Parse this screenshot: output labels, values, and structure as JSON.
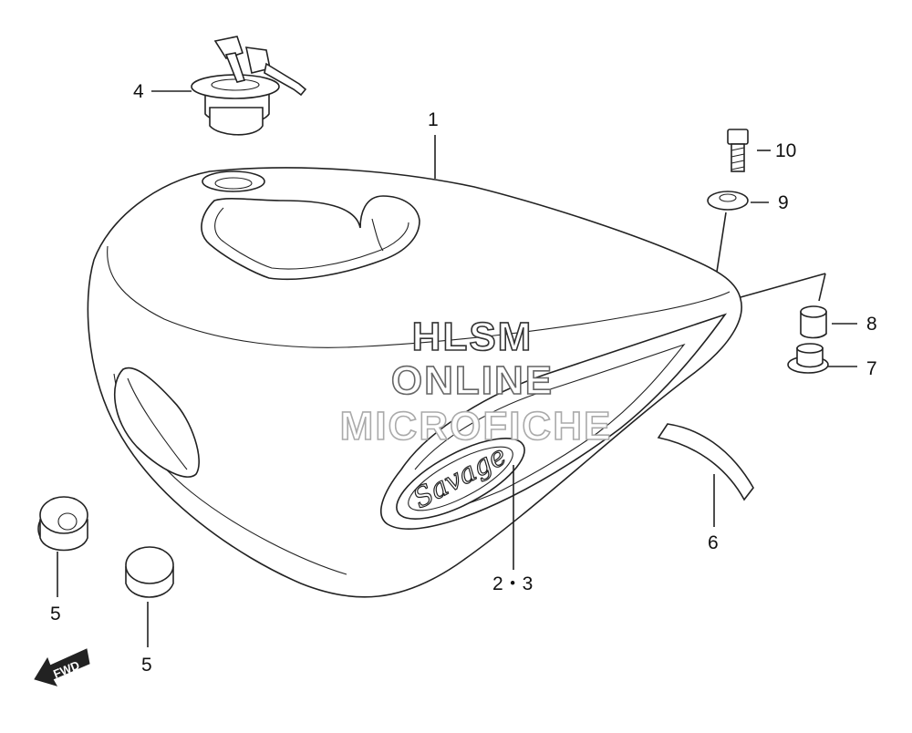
{
  "diagram": {
    "parts": [
      {
        "id": "1",
        "label": "1"
      },
      {
        "id": "23",
        "label": "2・3"
      },
      {
        "id": "4",
        "label": "4"
      },
      {
        "id": "5a",
        "label": "5"
      },
      {
        "id": "5b",
        "label": "5"
      },
      {
        "id": "6",
        "label": "6"
      },
      {
        "id": "7",
        "label": "7"
      },
      {
        "id": "8",
        "label": "8"
      },
      {
        "id": "9",
        "label": "9"
      },
      {
        "id": "10",
        "label": "10"
      }
    ],
    "emblem_text": "Savage",
    "fwd_label": "FWD"
  },
  "watermark": {
    "line1": "HLSM",
    "line2": "ONLINE",
    "line3": "MICROFICHE"
  },
  "colors": {
    "line": "#222222",
    "background": "#ffffff",
    "watermark1": "#333333",
    "watermark2": "#666666",
    "watermark3": "#aaaaaa"
  }
}
